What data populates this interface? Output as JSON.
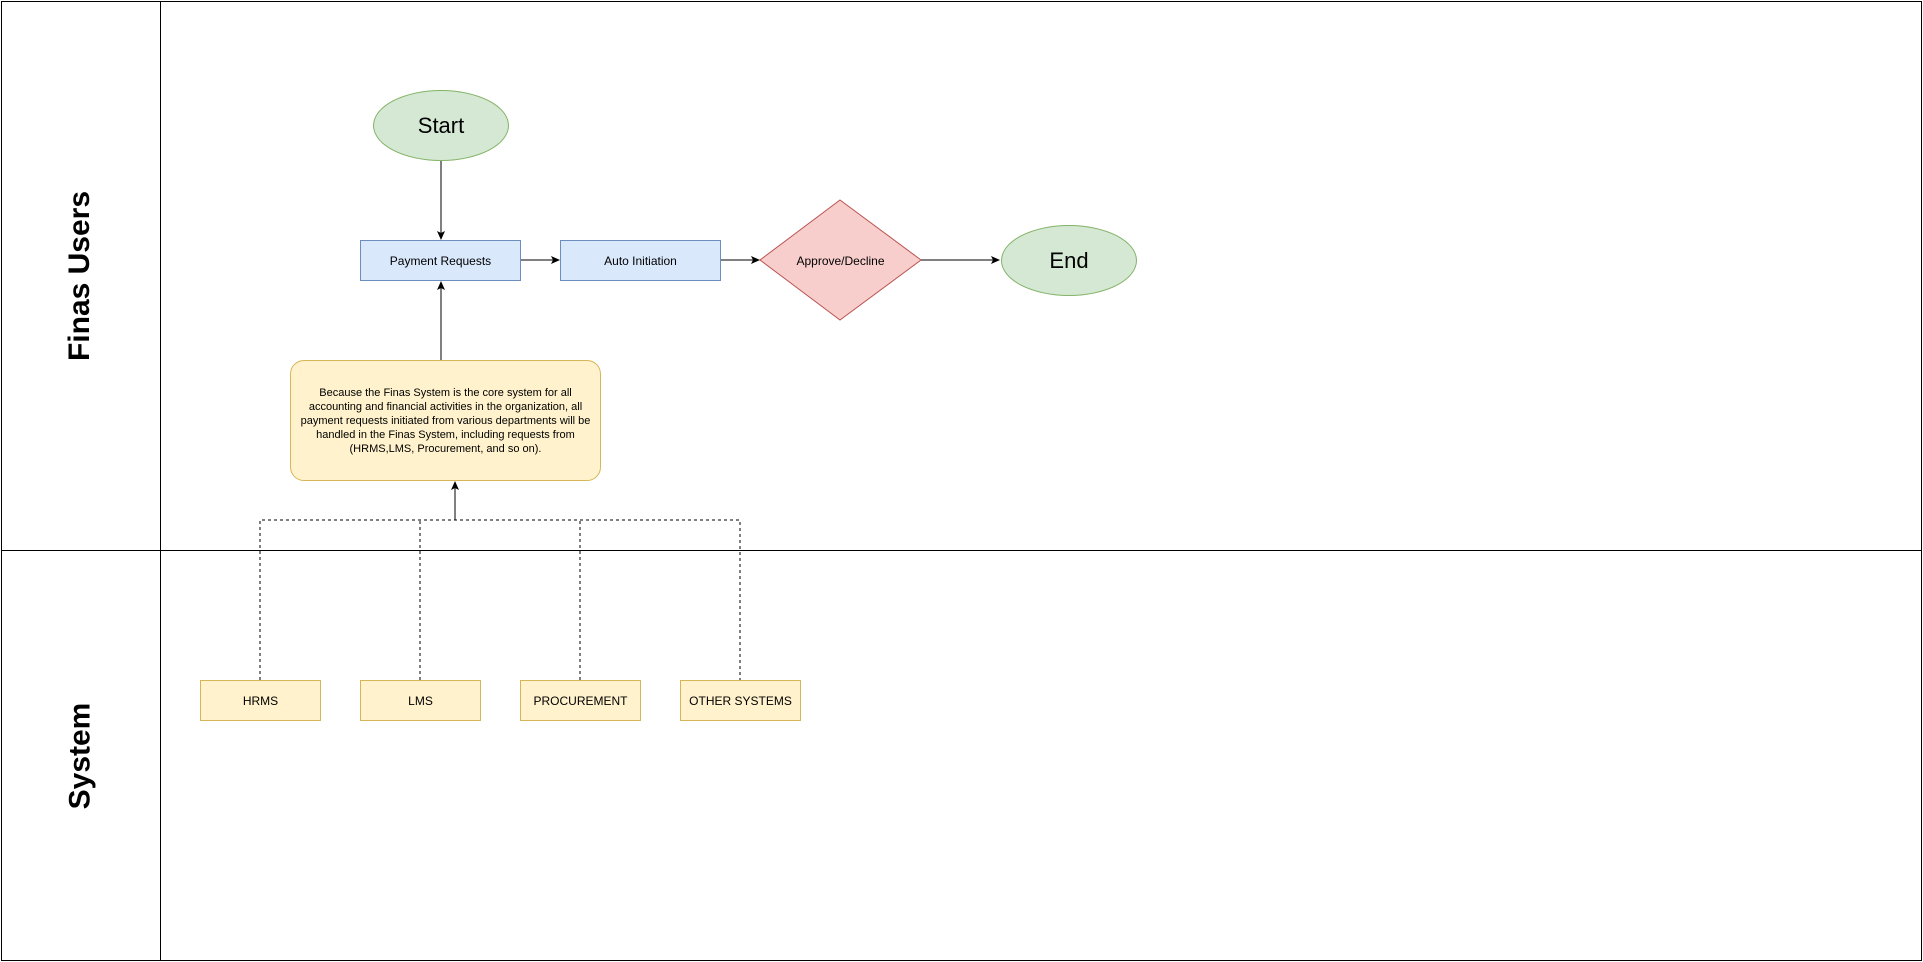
{
  "lanes": {
    "users": "Finas Users",
    "system": "System"
  },
  "nodes": {
    "start": "Start",
    "payment_requests": "Payment Requests",
    "auto_initiation": "Auto Initiation",
    "approve_decline": "Approve/Decline",
    "end": "End",
    "note": "Because the Finas System is the core system for all accounting and financial activities in the organization, all payment requests initiated from various departments will be handled in the Finas System, including requests from (HRMS,LMS, Procurement, and so on)."
  },
  "systems": [
    "HRMS",
    "LMS",
    "PROCUREMENT",
    "OTHER SYSTEMS"
  ],
  "colors": {
    "terminal_fill": "#d5e8d4",
    "terminal_stroke": "#82b366",
    "process_fill": "#dae8fc",
    "process_stroke": "#6c8ebf",
    "decision_fill": "#f8cecc",
    "decision_stroke": "#b85450",
    "system_fill": "#fff2cc",
    "system_stroke": "#d6b656"
  }
}
